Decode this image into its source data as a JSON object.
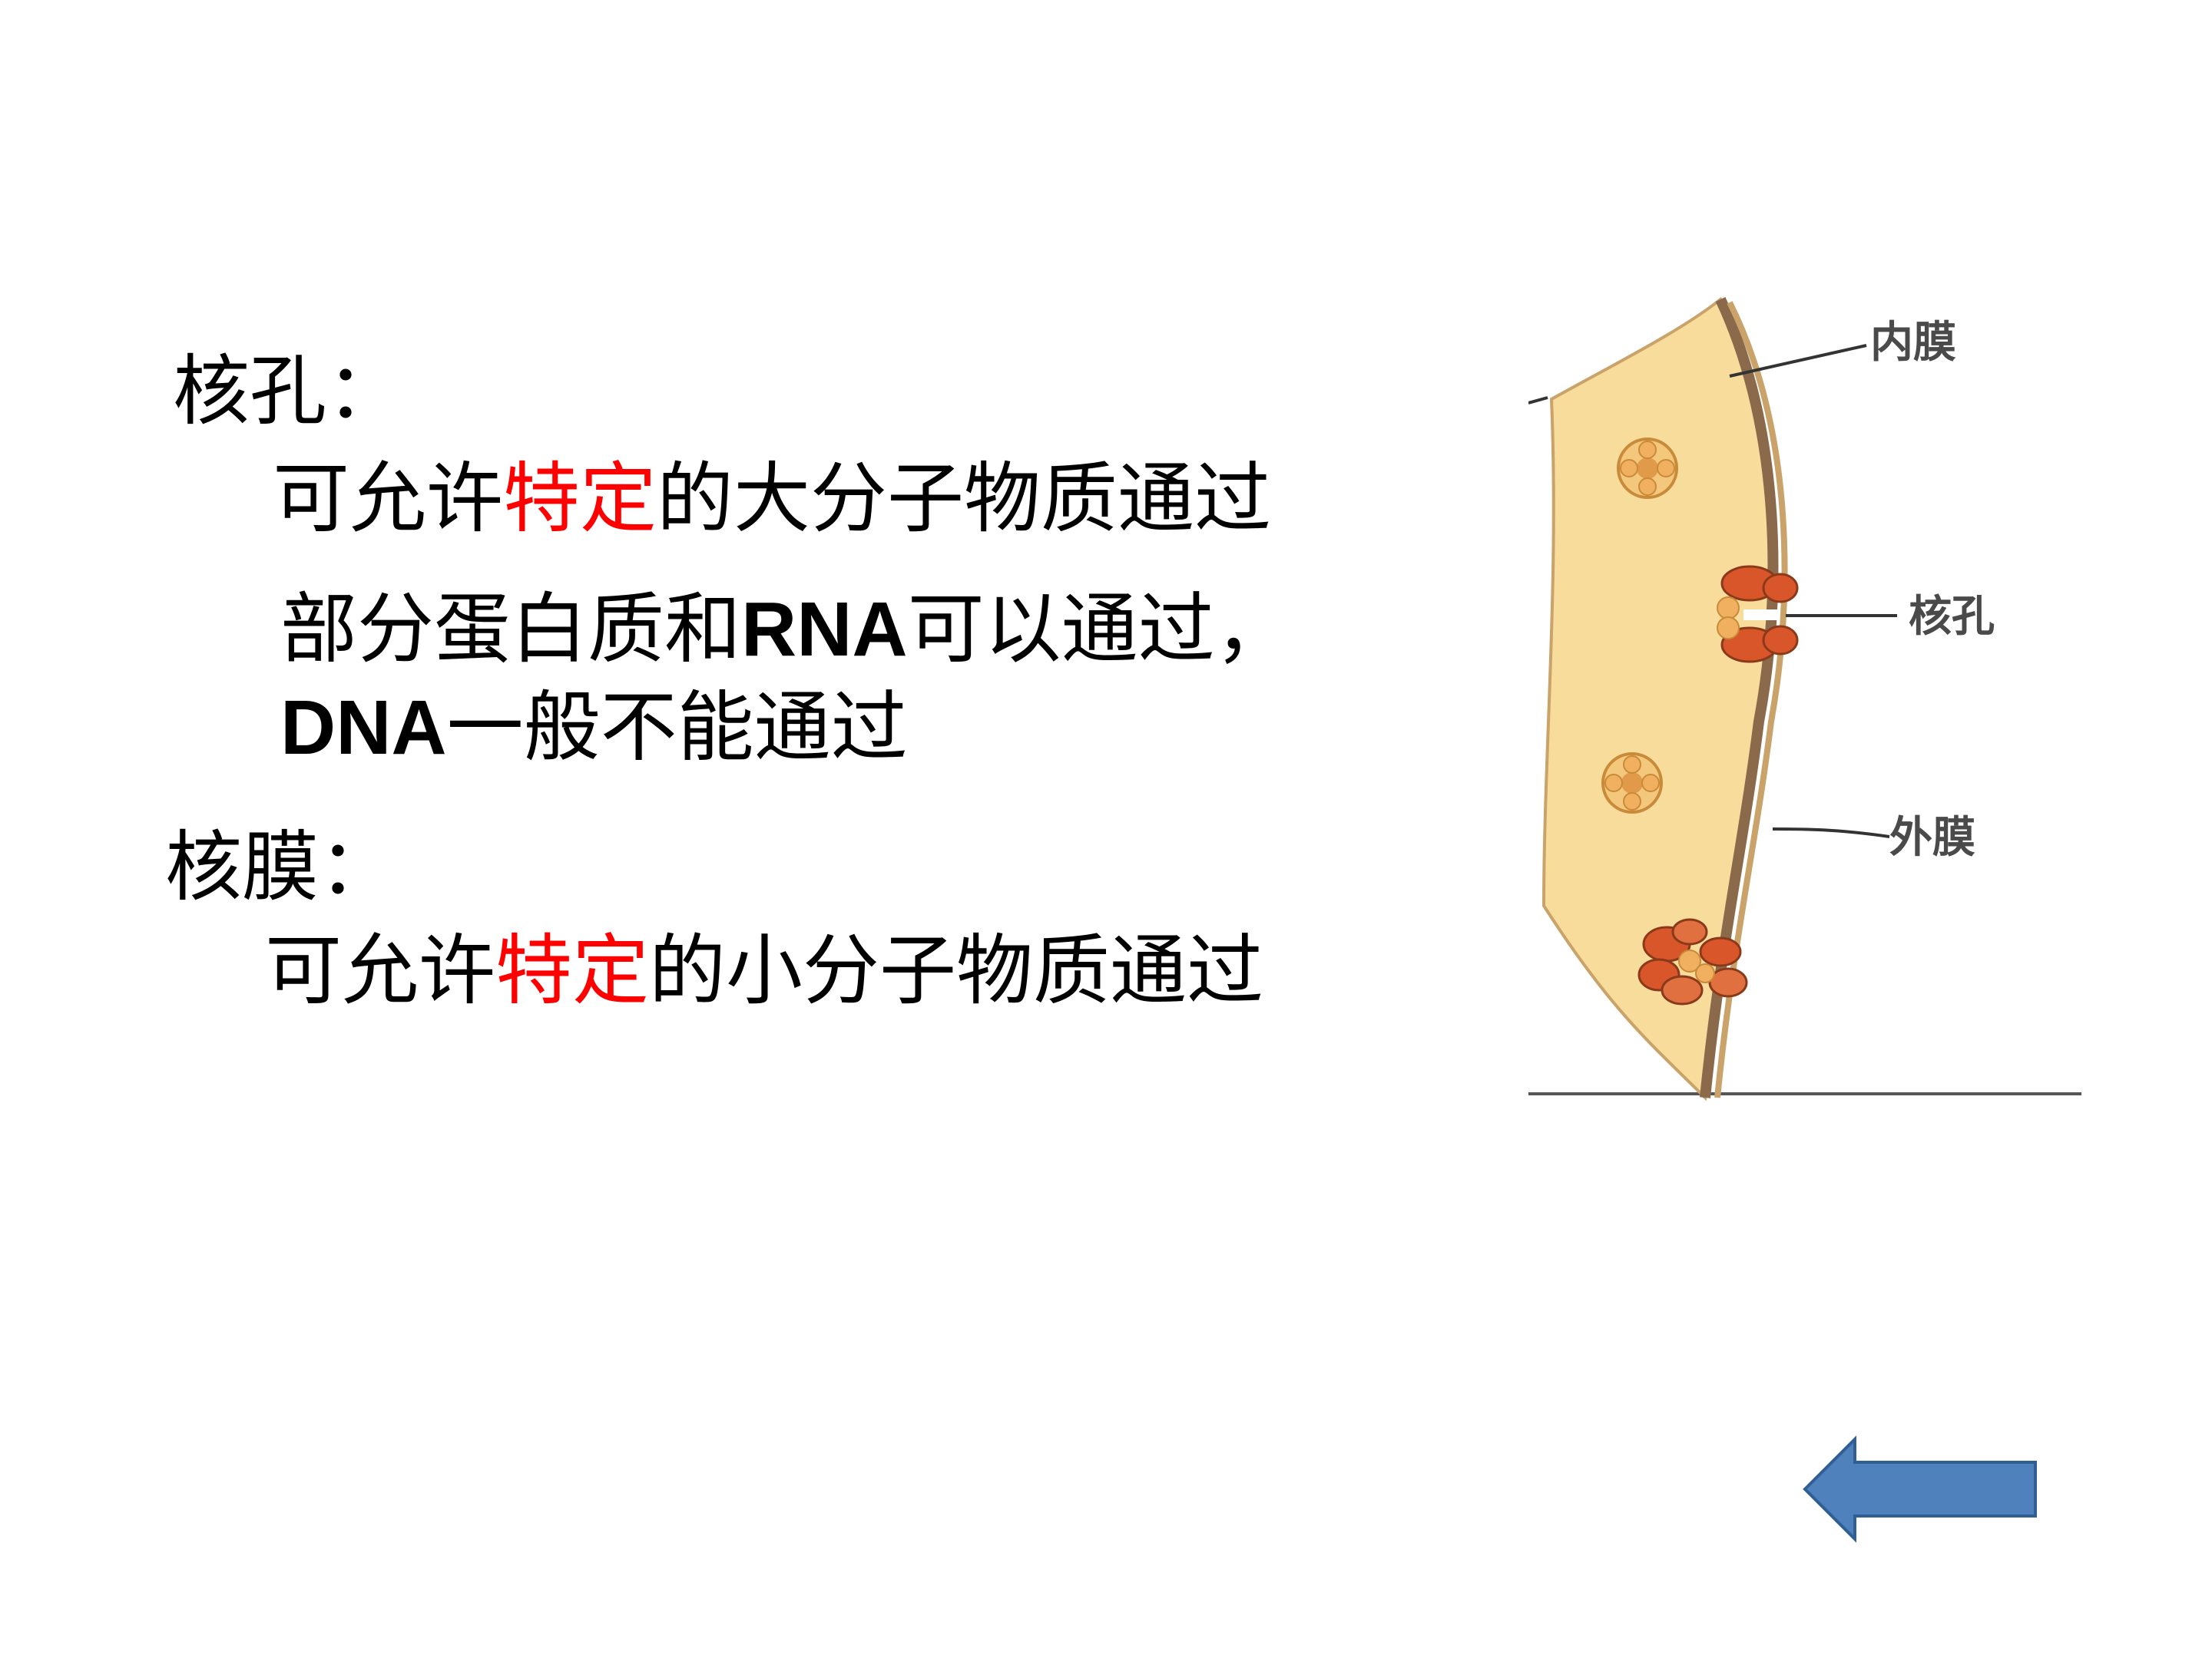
{
  "slide": {
    "heading_pore": "核孔：",
    "pore_line1": {
      "pre": "可允许",
      "highlight": "特定",
      "post": "的大分子物质通过"
    },
    "pore_line2": {
      "pre": "部分蛋白质和",
      "latin": "RNA",
      "post": "可以通过，"
    },
    "pore_line3": {
      "latin": "DNA",
      "post": "一般不能通过"
    },
    "heading_membrane": "核膜：",
    "membrane_line1": {
      "pre": "可允许",
      "highlight": "特定",
      "post": "的小分子物质通过"
    },
    "accent_color": "#ff0000"
  },
  "diagram": {
    "labels": {
      "inner_membrane": "内膜",
      "nuclear_pore": "核孔",
      "outer_membrane": "外膜"
    },
    "colors": {
      "membrane_fill": "#f7dc9c",
      "membrane_edge": "#8a6a4a",
      "pore_fill": "#d9552a",
      "pore_outline": "#8a3a1a",
      "leader_line": "#333333"
    }
  },
  "navigation": {
    "back_icon": "left-arrow-icon",
    "icon_color": "#4f81bd"
  }
}
